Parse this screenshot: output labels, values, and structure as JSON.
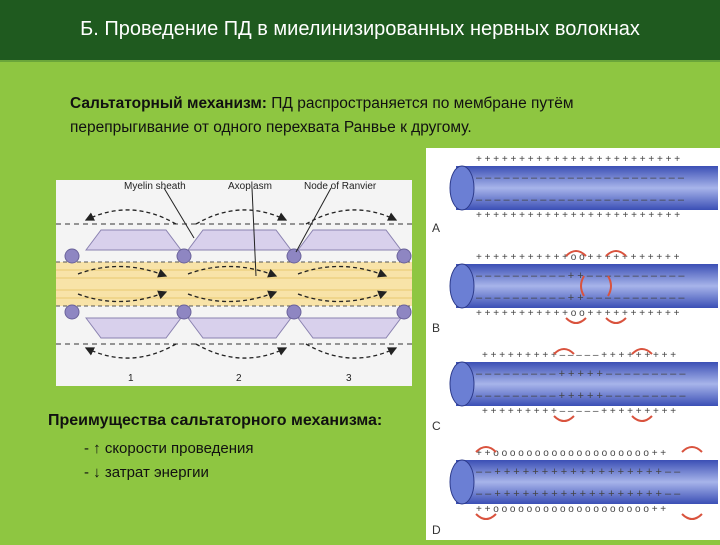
{
  "header": {
    "title": "Б. Проведение ПД в миелинизированных нервных волокнах"
  },
  "intro": {
    "term": "Сальтаторный механизм:",
    "line1_rest": " ПД распространяется по мембране путём",
    "line2": "перепрыгивание от одного перехвата Ранвье к другому."
  },
  "figure1": {
    "labels": [
      "Myelin sheath",
      "Axoplasm",
      "Node of Ranvier"
    ],
    "numbers": [
      "1",
      "2",
      "3"
    ]
  },
  "figure2": {
    "panel_letters": [
      "A",
      "B",
      "C",
      "D"
    ]
  },
  "advantages": {
    "title": "Преимущества сальтаторного механизма:",
    "items": [
      "- ↑  скорости проведения",
      "- ↓ затрат энергии"
    ]
  }
}
